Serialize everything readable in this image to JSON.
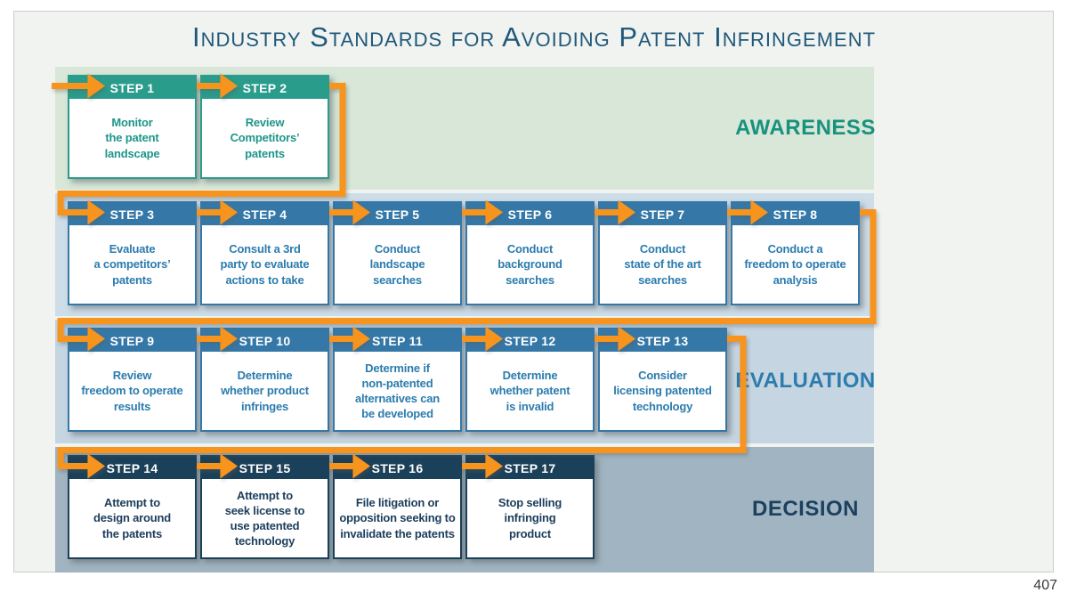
{
  "title": "Industry Standards for Avoiding Patent Infringement",
  "page_number": "407",
  "colors": {
    "arrow_orange": "#F7941D",
    "awareness_header": "#2A9C8B",
    "evaluation_header": "#3578A7",
    "decision_header": "#1B4059",
    "awareness_band": "#D8E7D7",
    "search_band": "#CDDEE9",
    "evaluation_band": "#C5D5E1",
    "decision_band": "#A0B5C1",
    "title_color": "#1F587A"
  },
  "phases": [
    {
      "label": "AWARENESS",
      "steps": [
        {
          "step": "STEP 1",
          "text": "Monitor\nthe patent\nlandscape"
        },
        {
          "step": "STEP 2",
          "text": "Review\nCompetitors’\npatents"
        }
      ]
    },
    {
      "label": "",
      "steps": [
        {
          "step": "STEP 3",
          "text": "Evaluate\na competitors’\npatents"
        },
        {
          "step": "STEP 4",
          "text": "Consult a 3rd\nparty to evaluate\nactions to take"
        },
        {
          "step": "STEP 5",
          "text": "Conduct\nlandscape\nsearches"
        },
        {
          "step": "STEP 6",
          "text": "Conduct\nbackground\nsearches"
        },
        {
          "step": "STEP 7",
          "text": "Conduct\nstate of the art\nsearches"
        },
        {
          "step": "STEP 8",
          "text": "Conduct a\nfreedom to operate\nanalysis"
        }
      ]
    },
    {
      "label": "EVALUATION",
      "steps": [
        {
          "step": "STEP 9",
          "text": "Review\nfreedom to operate\nresults"
        },
        {
          "step": "STEP 10",
          "text": "Determine\nwhether product\ninfringes"
        },
        {
          "step": "STEP 11",
          "text": "Determine if\nnon-patented\nalternatives can\nbe developed"
        },
        {
          "step": "STEP 12",
          "text": "Determine\nwhether patent\nis invalid"
        },
        {
          "step": "STEP 13",
          "text": "Consider\nlicensing patented\ntechnology"
        }
      ]
    },
    {
      "label": "DECISION",
      "steps": [
        {
          "step": "STEP 14",
          "text": "Attempt to\ndesign around\nthe patents"
        },
        {
          "step": "STEP 15",
          "text": "Attempt to\nseek license to\nuse patented\ntechnology"
        },
        {
          "step": "STEP 16",
          "text": "File litigation or\nopposition seeking to\ninvalidate the patents"
        },
        {
          "step": "STEP 17",
          "text": "Stop selling\ninfringing\nproduct"
        }
      ]
    }
  ]
}
